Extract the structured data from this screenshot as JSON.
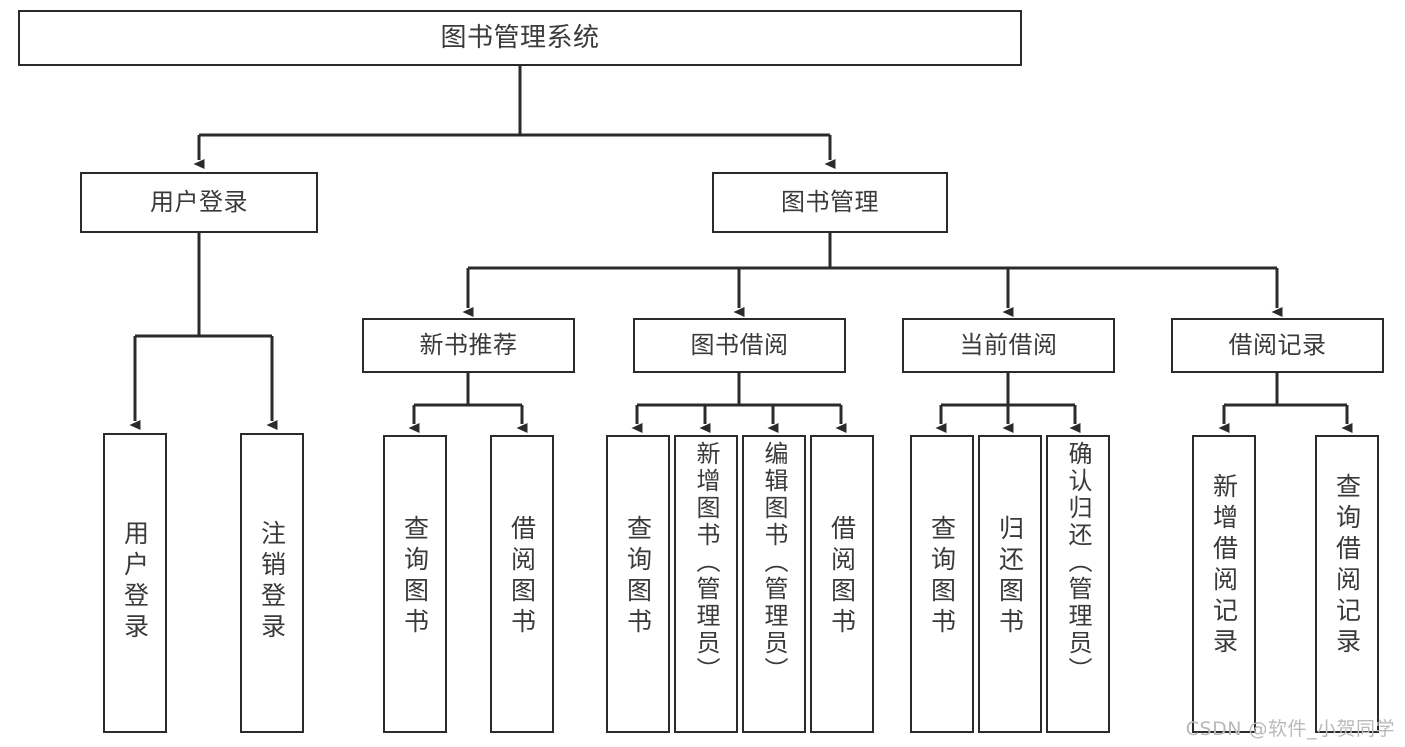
{
  "diagram": {
    "title": "图书管理系统",
    "type": "tree",
    "background_color": "#ffffff",
    "box_border_color": "#2b2b2b",
    "text_color": "#3a3a3a",
    "connector_color": "#2b2b2b"
  },
  "root": {
    "label": "图书管理系统"
  },
  "level2": [
    {
      "id": "user-login",
      "label": "用户登录"
    },
    {
      "id": "book-manage",
      "label": "图书管理"
    }
  ],
  "level3": [
    {
      "id": "new-book-recommend",
      "label": "新书推荐",
      "parent": "book-manage"
    },
    {
      "id": "book-borrow",
      "label": "图书借阅",
      "parent": "book-manage"
    },
    {
      "id": "current-borrow",
      "label": "当前借阅",
      "parent": "book-manage"
    },
    {
      "id": "borrow-record",
      "label": "借阅记录",
      "parent": "book-manage"
    }
  ],
  "leaves": {
    "user_login": [
      {
        "id": "leaf-user-login",
        "label": "用户登录"
      },
      {
        "id": "leaf-user-logout",
        "label": "注销登录"
      }
    ],
    "new_book_recommend": [
      {
        "id": "leaf-query-book-1",
        "label": "查询图书"
      },
      {
        "id": "leaf-borrow-book-1",
        "label": "借阅图书"
      }
    ],
    "book_borrow": [
      {
        "id": "leaf-query-book-2",
        "label": "查询图书"
      },
      {
        "id": "leaf-add-book",
        "label": "新增图书（管理员）"
      },
      {
        "id": "leaf-edit-book",
        "label": "编辑图书（管理员）"
      },
      {
        "id": "leaf-borrow-book-2",
        "label": "借阅图书"
      }
    ],
    "current_borrow": [
      {
        "id": "leaf-query-book-3",
        "label": "查询图书"
      },
      {
        "id": "leaf-return-book",
        "label": "归还图书"
      },
      {
        "id": "leaf-confirm-return",
        "label": "确认归还（管理员）"
      }
    ],
    "borrow_record": [
      {
        "id": "leaf-add-record",
        "label": "新增借阅记录"
      },
      {
        "id": "leaf-query-record",
        "label": "查询借阅记录"
      }
    ]
  },
  "watermark": {
    "text": "CSDN @软件_小贺同学"
  }
}
